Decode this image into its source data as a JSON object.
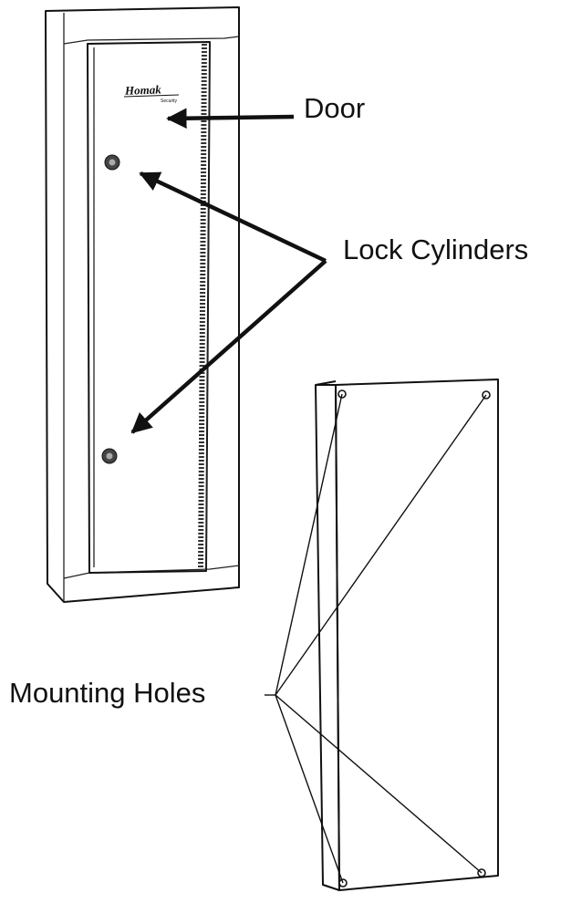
{
  "labels": {
    "door": "Door",
    "lock_cylinders": "Lock Cylinders",
    "mounting_holes": "Mounting Holes"
  },
  "brand": {
    "name": "Homak",
    "sub": "Security"
  },
  "colors": {
    "ink": "#111111",
    "background": "#ffffff"
  }
}
